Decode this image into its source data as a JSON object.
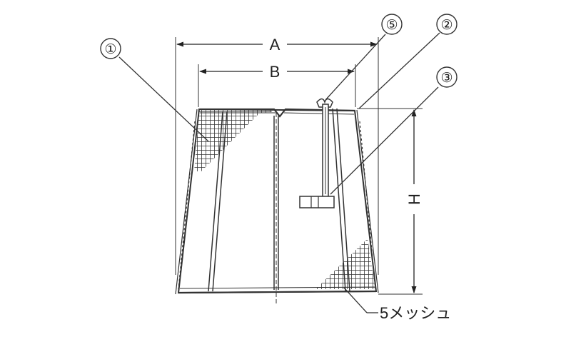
{
  "dimensions": {
    "a": "A",
    "b": "B",
    "h": "H"
  },
  "callouts": {
    "c1": "①",
    "c2": "②",
    "c3": "③",
    "c5": "⑤"
  },
  "mesh_note": "5メッシュ"
}
